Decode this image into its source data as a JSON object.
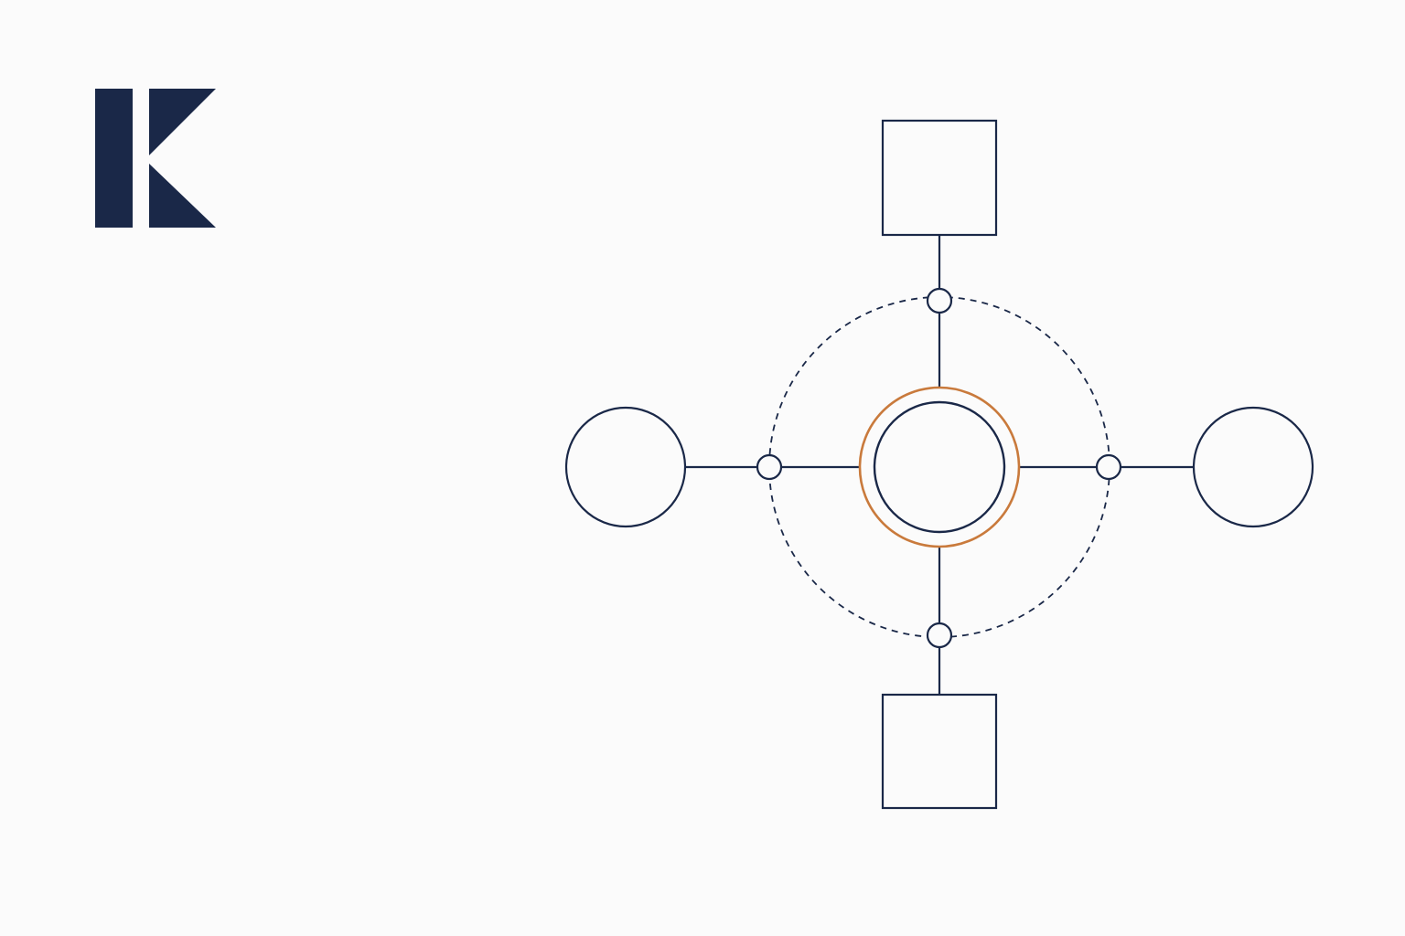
{
  "colors": {
    "background": "#fbfbfb",
    "primary": "#1a2848",
    "accent": "#c97a3c"
  },
  "logo": {
    "icon": "k-monogram-icon"
  },
  "diagram": {
    "type": "hub-and-spoke",
    "hub": {
      "shape": "double-circle",
      "outer_ring_color": "accent"
    },
    "orbit": {
      "style": "dashed-circle"
    },
    "spokes": [
      {
        "direction": "top",
        "node_shape": "square",
        "connector_shape": "small-circle"
      },
      {
        "direction": "bottom",
        "node_shape": "square",
        "connector_shape": "small-circle"
      },
      {
        "direction": "left",
        "node_shape": "circle",
        "connector_shape": "small-circle"
      },
      {
        "direction": "right",
        "node_shape": "circle",
        "connector_shape": "small-circle"
      }
    ]
  }
}
